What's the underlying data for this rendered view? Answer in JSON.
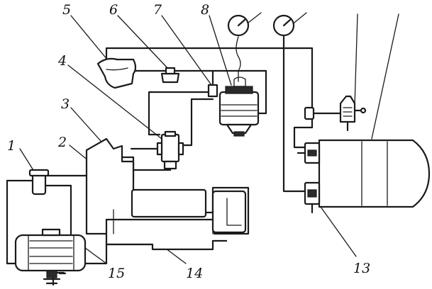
{
  "labels": {
    "l1": "1",
    "l2": "2",
    "l3": "3",
    "l4": "4",
    "l5": "5",
    "l6": "6",
    "l7": "7",
    "l8": "8",
    "l13": "13",
    "l14": "14",
    "l15": "15"
  },
  "colors": {
    "ink": "#1a1a1a",
    "paper": "#ffffff"
  }
}
